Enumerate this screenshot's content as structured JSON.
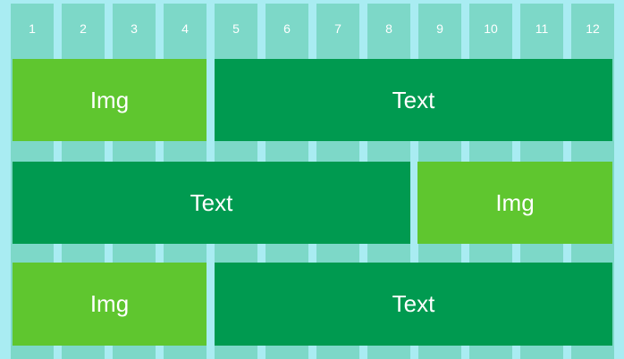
{
  "grid": {
    "columns": [
      "1",
      "2",
      "3",
      "4",
      "5",
      "6",
      "7",
      "8",
      "9",
      "10",
      "11",
      "12"
    ]
  },
  "rows": [
    {
      "blocks": [
        {
          "label": "Img",
          "kind": "img",
          "span": [
            1,
            4
          ]
        },
        {
          "label": "Text",
          "kind": "text",
          "span": [
            5,
            12
          ]
        }
      ]
    },
    {
      "blocks": [
        {
          "label": "Text",
          "kind": "text",
          "span": [
            1,
            8
          ]
        },
        {
          "label": "Img",
          "kind": "img",
          "span": [
            9,
            12
          ]
        }
      ]
    },
    {
      "blocks": [
        {
          "label": "Img",
          "kind": "img",
          "span": [
            1,
            4
          ]
        },
        {
          "label": "Text",
          "kind": "text",
          "span": [
            5,
            12
          ]
        }
      ]
    }
  ],
  "colors": {
    "background": "#a9ecf2",
    "column": "#7dd8c8",
    "img_block": "#5fc62f",
    "text_block": "#009a50"
  }
}
